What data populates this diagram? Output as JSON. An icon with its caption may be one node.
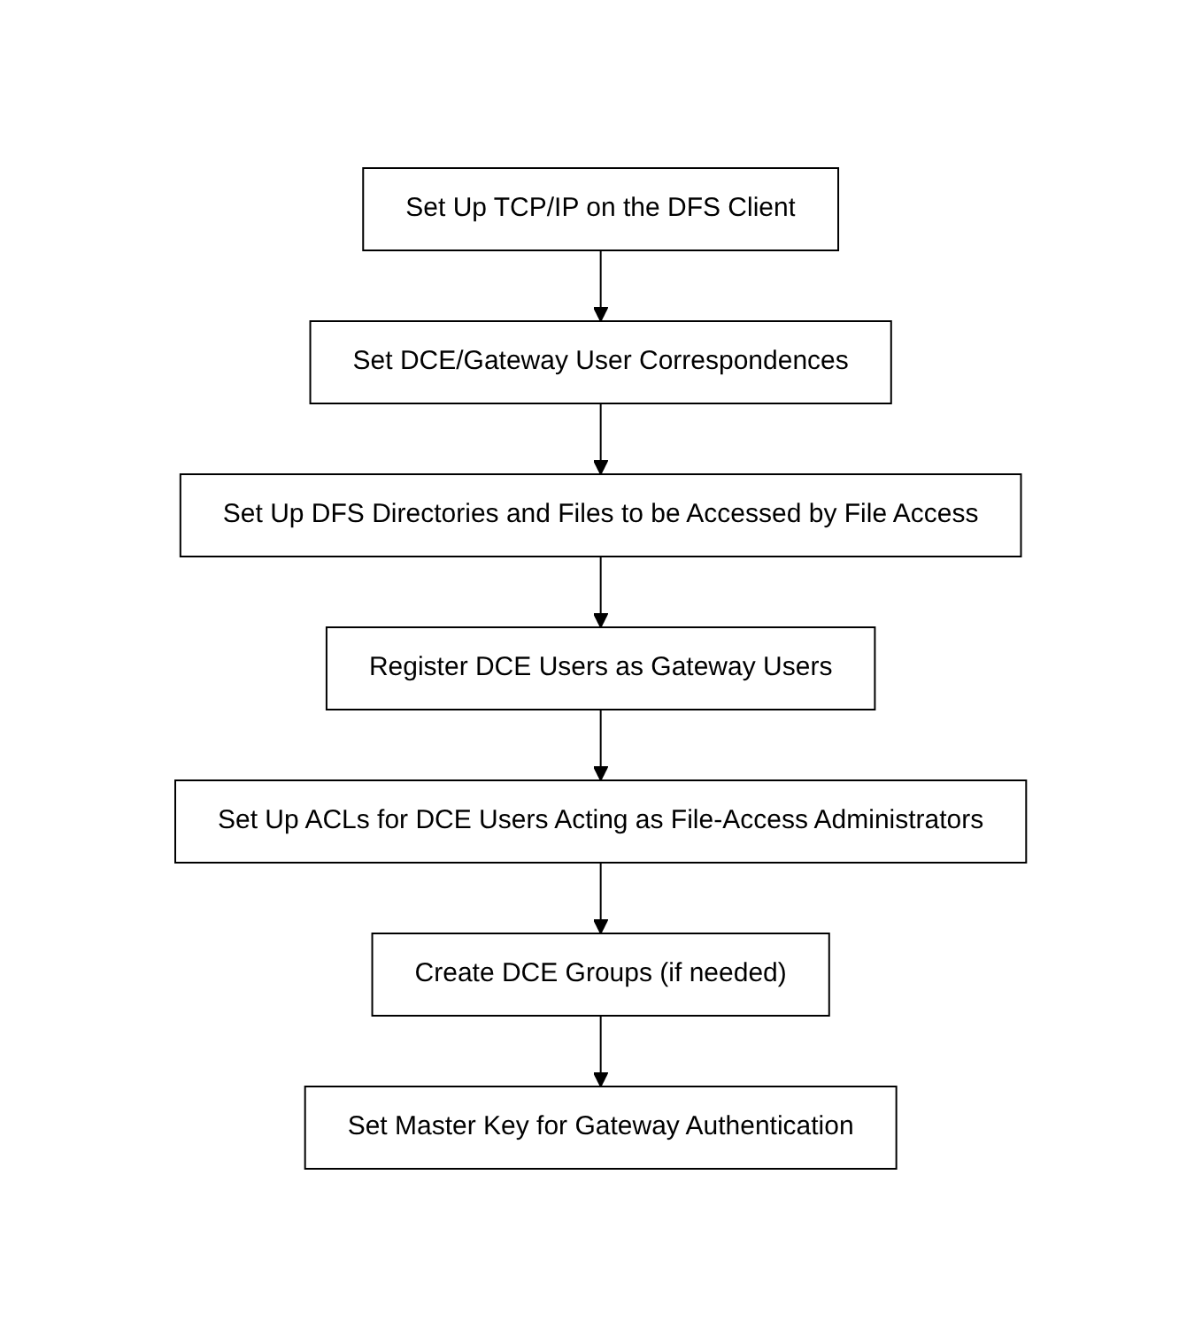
{
  "diagram": {
    "nodes": [
      {
        "text": [
          "Set Up TCP/IP on the DFS Client"
        ]
      },
      {
        "text": [
          "Set DCE/Gateway User Correspondences"
        ]
      },
      {
        "text": [
          "Set Up DFS Directories and Files to be Accessed by File Access"
        ]
      },
      {
        "text": [
          "Register DCE Users as Gateway Users"
        ]
      },
      {
        "text": [
          "Set Up ACLs for DCE Users Acting as File-Access Administrators"
        ]
      },
      {
        "text": [
          "Create DCE Groups (if needed)"
        ]
      },
      {
        "text": [
          "Set Master Key for Gateway Authentication"
        ]
      }
    ],
    "edges": [
      {
        "from": 0,
        "to": 1,
        "arrow": "to"
      },
      {
        "from": 1,
        "to": 2,
        "arrow": "to"
      },
      {
        "from": 2,
        "to": 3,
        "arrow": "to"
      },
      {
        "from": 3,
        "to": 4,
        "arrow": "to"
      },
      {
        "from": 4,
        "to": 5,
        "arrow": "to"
      },
      {
        "from": 5,
        "to": 6,
        "arrow": "to"
      }
    ]
  }
}
